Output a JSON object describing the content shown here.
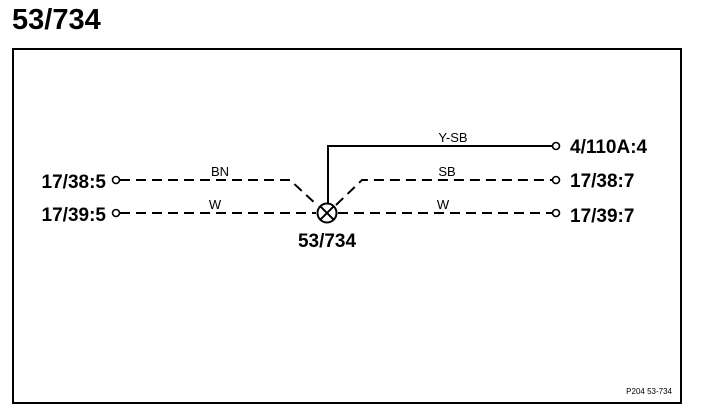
{
  "page": {
    "title": "53/734"
  },
  "diagram": {
    "splice_label": "53/734",
    "reference": "P204 53-734",
    "terminals": {
      "left_top": "17/38:5",
      "left_bottom": "17/39:5",
      "right_top": "4/110A:4",
      "right_middle": "17/38:7",
      "right_bottom": "17/39:7"
    },
    "wires": {
      "left_top": "BN",
      "left_bottom": "W",
      "right_top": "Y-SB",
      "right_middle": "SB",
      "right_bottom": "W"
    }
  }
}
